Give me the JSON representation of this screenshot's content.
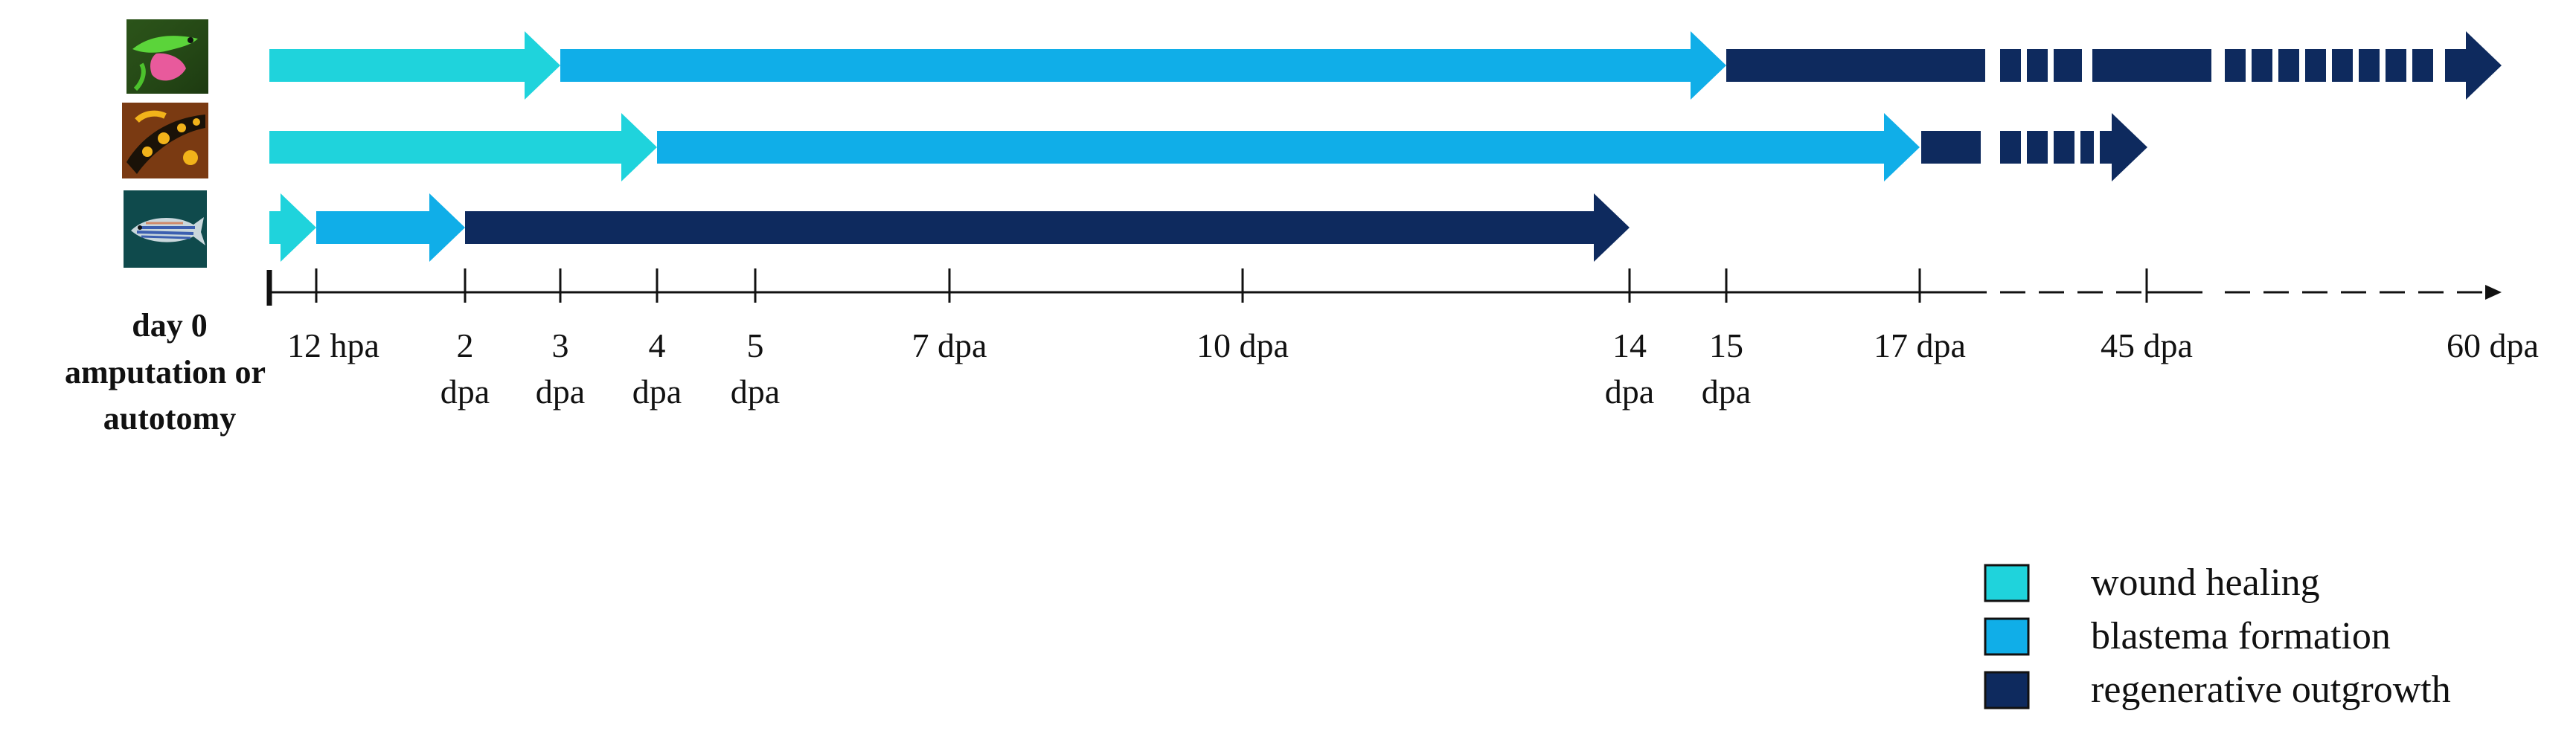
{
  "colors": {
    "wound_healing": "#1fd3dc",
    "blastema_formation": "#10aee8",
    "regenerative_outgrowth": "#0e2a5e",
    "axis": "#111111"
  },
  "species": [
    {
      "icon": "lizard-photo-icon"
    },
    {
      "icon": "salamander-photo-icon"
    },
    {
      "icon": "zebrafish-photo-icon"
    }
  ],
  "timeline": {
    "origin_label_lines": [
      "day 0",
      "amputation or",
      "autotomy"
    ],
    "ticks": [
      {
        "lines": [
          "12 hpa"
        ]
      },
      {
        "lines": [
          "2",
          "dpa"
        ]
      },
      {
        "lines": [
          "3",
          "dpa"
        ]
      },
      {
        "lines": [
          "4",
          "dpa"
        ]
      },
      {
        "lines": [
          "5",
          "dpa"
        ]
      },
      {
        "lines": [
          "7 dpa"
        ]
      },
      {
        "lines": [
          "10 dpa"
        ]
      },
      {
        "lines": [
          "14",
          "dpa"
        ]
      },
      {
        "lines": [
          "15",
          "dpa"
        ]
      },
      {
        "lines": [
          "17 dpa"
        ]
      },
      {
        "lines": [
          "45 dpa"
        ]
      },
      {
        "lines": [
          "60 dpa"
        ]
      }
    ]
  },
  "phases": [
    {
      "species": 0,
      "phase": "wound_healing",
      "start": "day 0",
      "end": "3 dpa"
    },
    {
      "species": 0,
      "phase": "blastema_formation",
      "start": "3 dpa",
      "end": "15 dpa"
    },
    {
      "species": 0,
      "phase": "regenerative_outgrowth",
      "start": "15 dpa",
      "end": "60 dpa"
    },
    {
      "species": 1,
      "phase": "wound_healing",
      "start": "day 0",
      "end": "4 dpa"
    },
    {
      "species": 1,
      "phase": "blastema_formation",
      "start": "4 dpa",
      "end": "17 dpa"
    },
    {
      "species": 1,
      "phase": "regenerative_outgrowth",
      "start": "17 dpa",
      "end": "45 dpa"
    },
    {
      "species": 2,
      "phase": "wound_healing",
      "start": "day 0",
      "end": "12 hpa"
    },
    {
      "species": 2,
      "phase": "blastema_formation",
      "start": "12 hpa",
      "end": "2 dpa"
    },
    {
      "species": 2,
      "phase": "regenerative_outgrowth",
      "start": "2 dpa",
      "end": "14 dpa"
    }
  ],
  "legend": [
    {
      "key": "wound_healing",
      "label": "wound healing"
    },
    {
      "key": "blastema_formation",
      "label": "blastema formation"
    },
    {
      "key": "regenerative_outgrowth",
      "label": "regenerative outgrowth"
    }
  ]
}
